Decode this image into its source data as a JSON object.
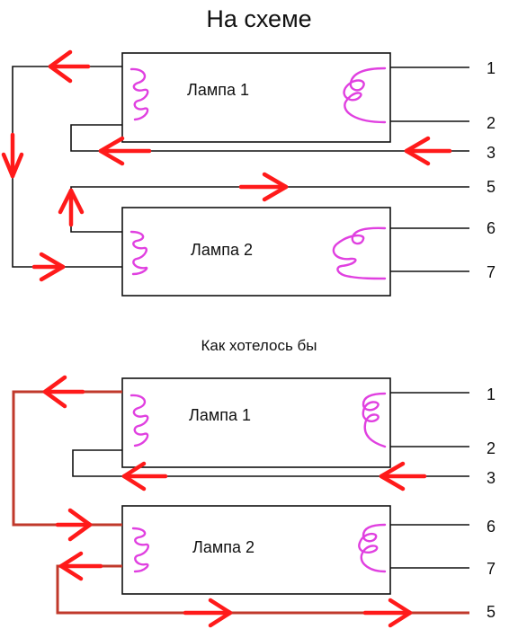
{
  "top": {
    "title": "На схеме",
    "lamp1": "Лампа 1",
    "lamp2": "Лампа 2",
    "terminals": [
      "1",
      "2",
      "3",
      "5",
      "6",
      "7"
    ]
  },
  "bottom": {
    "title": "Как хотелось бы",
    "lamp1": "Лампа 1",
    "lamp2": "Лампа 2",
    "terminals": [
      "1",
      "2",
      "3",
      "6",
      "7",
      "5"
    ]
  },
  "colors": {
    "wire": "#111111",
    "arrow": "#ff1a1a",
    "wire_red": "#c0392b",
    "coil": "#e040e0"
  }
}
